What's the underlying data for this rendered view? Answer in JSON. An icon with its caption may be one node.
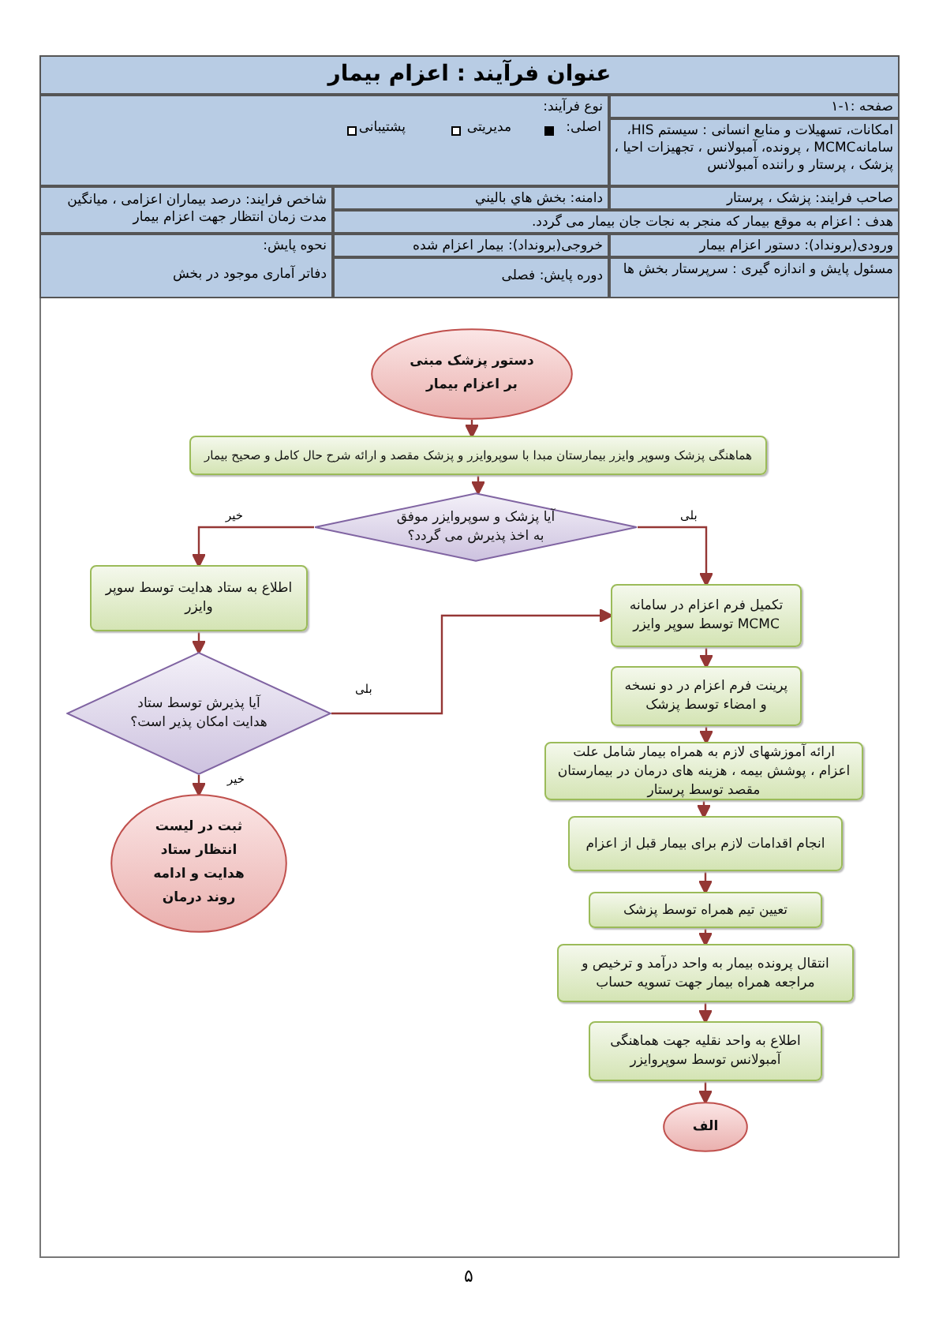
{
  "diagram": {
    "title": "عنوان فرآیند : اعزام بیمار",
    "nodes": [
      {
        "text": [
          "دستور پزشک مبنی بر اعزام بیمار"
        ]
      },
      {
        "text": [
          "هماهنگی پزشک وسوپر وایزر بیمارستان مبدا با سوپروایزر و پزشک مقصد و ارائه شرح حال کامل و صحیح بیمار"
        ]
      },
      {
        "text": [
          "آیا پزشک و سوپروایزر موفق به اخذ پذیرش می گردد؟"
        ]
      },
      {
        "text": [
          "اطلاع به ستاد هدایت توسط سوپر وایزر"
        ]
      },
      {
        "text": [
          "آیا پذیرش توسط ستاد هدایت امکان پذیر است؟"
        ]
      },
      {
        "text": [
          "ثبت در لیست انتظار ستاد هدایت و ادامه روند درمان"
        ]
      },
      {
        "text": [
          "تکمیل فرم اعزام در سامانه MCMC توسط سوپر وایزر"
        ]
      },
      {
        "text": [
          "پرینت فرم اعزام در دو نسخه و امضاء توسط پزشک"
        ]
      },
      {
        "text": [
          "ارائه آموزشهای لازم به همراه بیمار شامل علت اعزام ، پوشش بیمه ، هزینه های درمان در بیمارستان مقصد توسط پرستار"
        ]
      },
      {
        "text": [
          "انجام اقدامات لازم برای بیمار قبل از اعزام"
        ]
      },
      {
        "text": [
          "تعیین تیم همراه توسط پزشک"
        ]
      },
      {
        "text": [
          "انتقال پرونده بیمار به واحد درآمد و ترخیص و مراجعه همراه بیمار جهت تسویه حساب"
        ]
      },
      {
        "text": [
          "اطلاع به واحد نقلیه جهت هماهنگی آمبولانس توسط سوپروایزر"
        ]
      },
      {
        "text": [
          "الف"
        ]
      }
    ],
    "edges": [
      {
        "from": 0,
        "to": 1,
        "arrow": "to"
      },
      {
        "from": 1,
        "to": 2,
        "arrow": "to"
      },
      {
        "from": 2,
        "to": 3,
        "arrow": "to",
        "label": "خیر"
      },
      {
        "from": 2,
        "to": 6,
        "arrow": "to",
        "label": "بلی"
      },
      {
        "from": 3,
        "to": 4,
        "arrow": "to"
      },
      {
        "from": 4,
        "to": 6,
        "arrow": "to",
        "label": "بلی"
      },
      {
        "from": 4,
        "to": 5,
        "arrow": "to",
        "label": "خیر"
      },
      {
        "from": 6,
        "to": 7,
        "arrow": "to"
      },
      {
        "from": 7,
        "to": 8,
        "arrow": "to"
      },
      {
        "from": 8,
        "to": 9,
        "arrow": "to"
      },
      {
        "from": 9,
        "to": 10,
        "arrow": "to"
      },
      {
        "from": 10,
        "to": 11,
        "arrow": "to"
      },
      {
        "from": 11,
        "to": 12,
        "arrow": "to"
      },
      {
        "from": 12,
        "to": 13,
        "arrow": "to"
      }
    ],
    "labels": [
      "صفحه :۱-۱",
      "امکانات، تسهیلات و منابع انسانی : سیستم HIS، سامانهMCMC ، پرونده، آمبولانس ، تجهیزات احیا ، پزشک ، پرستار و راننده آمبولانس",
      "نوع فرآیند:",
      "اصلی:",
      "مدیریتی",
      "پشتیبانی",
      "صاحب فرایند: پزشک ، پرستار",
      "دامنه: بخش هاي باليني",
      "شاخص فرایند: درصد بیماران اعزامی ، میانگین مدت زمان انتظار جهت اعزام بیمار",
      "هدف : اعزام به موقع بیمار که منجر به نجات جان بیمار می گردد.",
      "ورودی(برونداد): دستور اعزام بیمار",
      "خروجی(برونداد): بیمار اعزام شده",
      "نحوه پایش:",
      "مسئول پایش و اندازه گیری : سرپرستار بخش ها",
      "دوره پایش: فصلی",
      "دفاتر آماری موجود در بخش",
      "۵"
    ]
  }
}
